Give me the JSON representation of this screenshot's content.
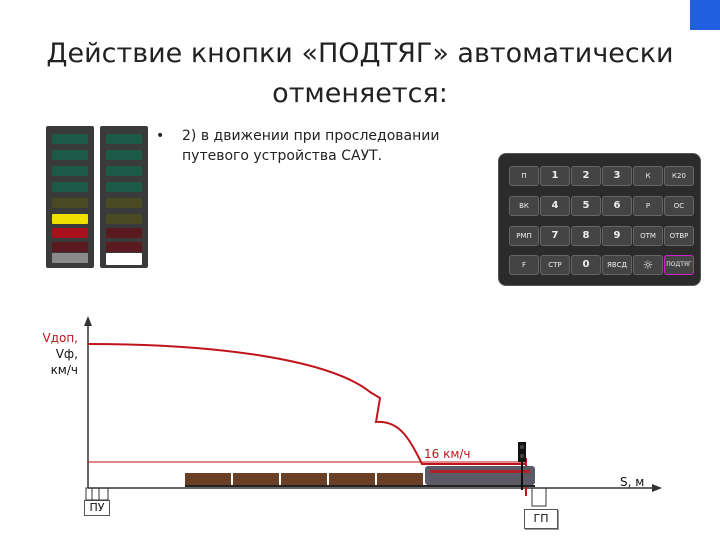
{
  "slide": {
    "title": "Действие кнопки «ПОДТЯГ» автоматически отменяется:",
    "bullet_marker": "•",
    "bullet_text": "2)  в движении при проследовании путевого устройства САУТ."
  },
  "graph": {
    "y_label_1": "Vдоп,",
    "y_label_2": "Vф,",
    "y_label_3": "км/ч",
    "x_label": "S, м",
    "speed_label": "16 км/ч",
    "start_marker": "ПУ",
    "end_marker": "ГП",
    "colors": {
      "curve": "#c0141c",
      "axis": "#333333",
      "accent": "#1f5fe0"
    }
  },
  "keypad": {
    "rows": [
      [
        "П",
        "1",
        "2",
        "3",
        "К",
        "К20"
      ],
      [
        "ВК",
        "4",
        "5",
        "6",
        "Р",
        "ОС"
      ],
      [
        "РМП",
        "7",
        "8",
        "9",
        "ОТМ",
        "ОТВР"
      ],
      [
        "F",
        "СТР",
        "0",
        "ЯВСД",
        "☼",
        "ПОДТЯГ"
      ]
    ]
  }
}
